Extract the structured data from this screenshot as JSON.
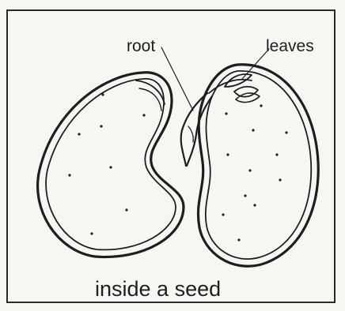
{
  "diagram": {
    "labels": {
      "root": "root",
      "leaves": "leaves"
    },
    "caption": "inside a seed"
  }
}
